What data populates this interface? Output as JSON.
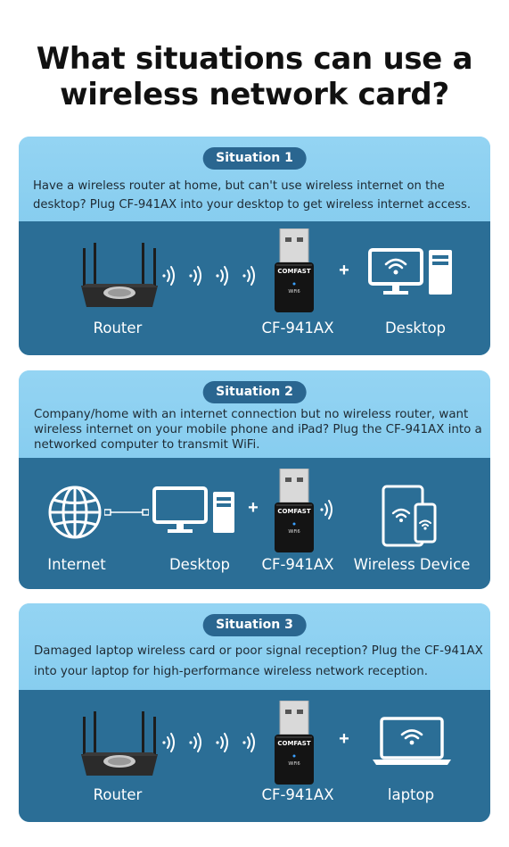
{
  "title": {
    "line1": "What situations can use a",
    "line2": "wireless network card?"
  },
  "situations": [
    {
      "badge": "Situation 1",
      "description_lines": [
        "Have a wireless router at home, but can't use wireless internet on the",
        "desktop? Plug CF-941AX into your desktop to get wireless internet access."
      ],
      "labels": {
        "a": "Router",
        "b": "CF-941AX",
        "c": "Desktop"
      }
    },
    {
      "badge": "Situation 2",
      "description_lines": [
        "Company/home with an internet connection but no wireless router, want",
        "wireless internet on your mobile phone and iPad? Plug the CF-941AX into a",
        "networked computer to transmit WiFi."
      ],
      "labels": {
        "a": "Internet",
        "b": "Desktop",
        "c": "CF-941AX",
        "d": "Wireless Device"
      }
    },
    {
      "badge": "Situation 3",
      "description_lines": [
        "Damaged laptop wireless card or poor signal reception? Plug the CF-941AX",
        "into your laptop for high-performance wireless network reception."
      ],
      "labels": {
        "a": "Router",
        "b": "CF-941AX",
        "c": "laptop"
      }
    }
  ],
  "device": {
    "brand": "COMFAST",
    "badge": "WiFi6"
  },
  "plus_sign": "+",
  "colors": {
    "card_top": "#8fd0f0",
    "card_bottom": "#2b6e96",
    "badge": "#2a6690"
  }
}
